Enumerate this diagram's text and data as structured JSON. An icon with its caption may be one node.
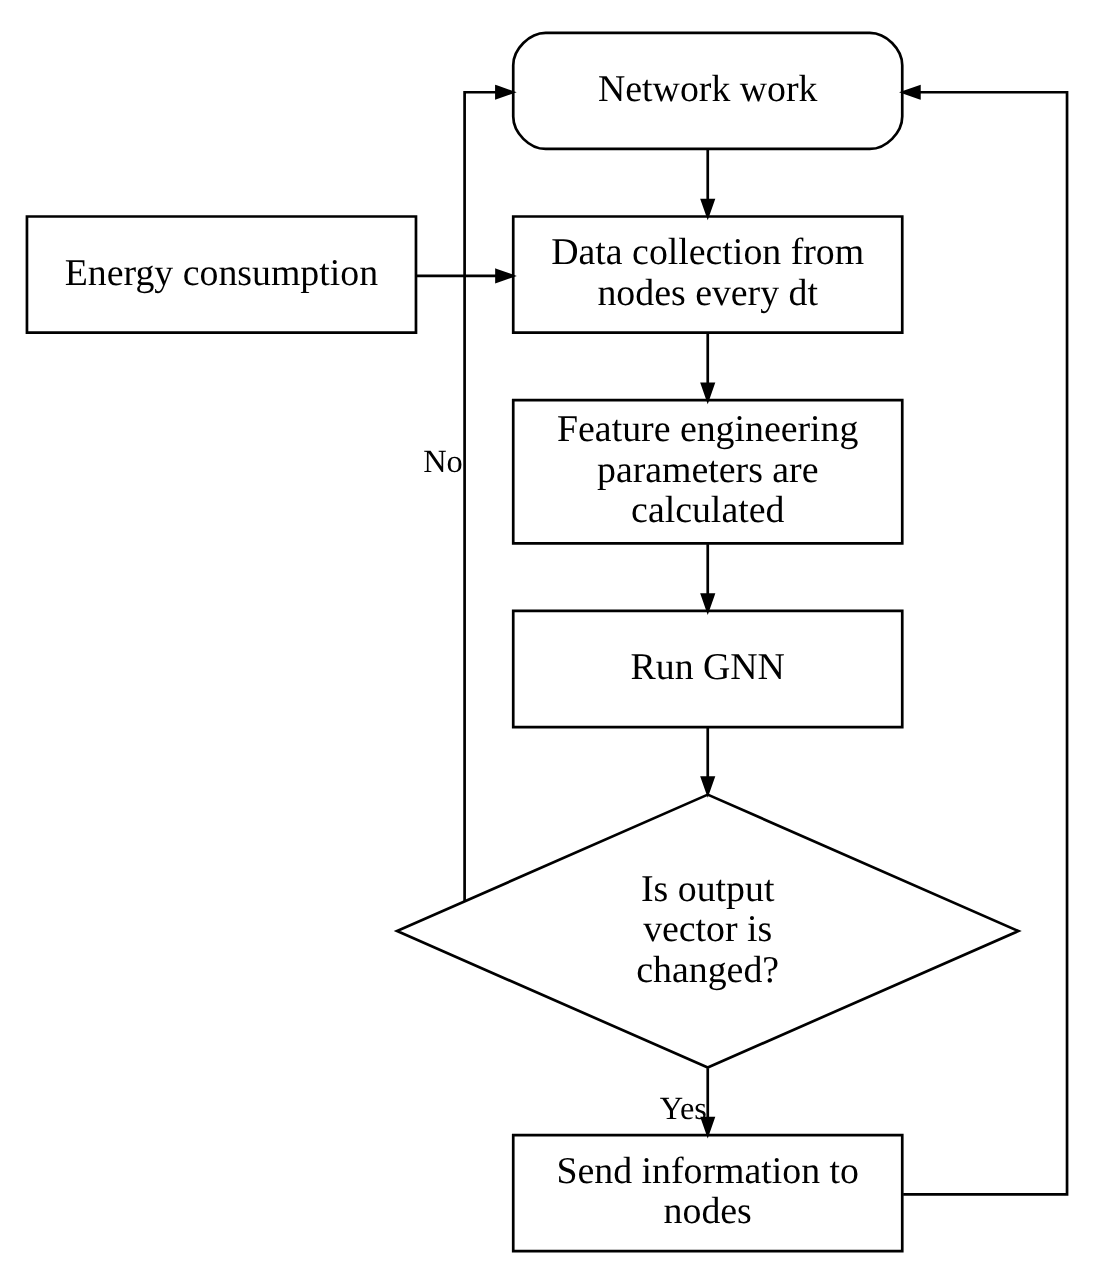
{
  "diagram": {
    "nodes": [
      {
        "text": [
          "Network work"
        ]
      },
      {
        "text": [
          "Data collection from nodes every dt"
        ]
      },
      {
        "text": [
          "Energy consumption"
        ]
      },
      {
        "text": [
          "Feature engineering parameters are calculated"
        ]
      },
      {
        "text": [
          "Run GNN"
        ]
      },
      {
        "text": [
          "Is output vector is changed?"
        ]
      },
      {
        "text": [
          "Send information to nodes"
        ]
      }
    ],
    "edges": [
      {
        "from": 0,
        "to": 1,
        "arrow": "to"
      },
      {
        "from": 2,
        "to": 1,
        "arrow": "to"
      },
      {
        "from": 1,
        "to": 3,
        "arrow": "to"
      },
      {
        "from": 3,
        "to": 4,
        "arrow": "to"
      },
      {
        "from": 4,
        "to": 5,
        "arrow": "to"
      },
      {
        "from": 5,
        "to": 6,
        "label": "Yes",
        "arrow": "to"
      },
      {
        "from": 5,
        "to": 0,
        "label": "No",
        "arrow": "to"
      },
      {
        "from": 6,
        "to": 0,
        "arrow": "to"
      }
    ]
  }
}
